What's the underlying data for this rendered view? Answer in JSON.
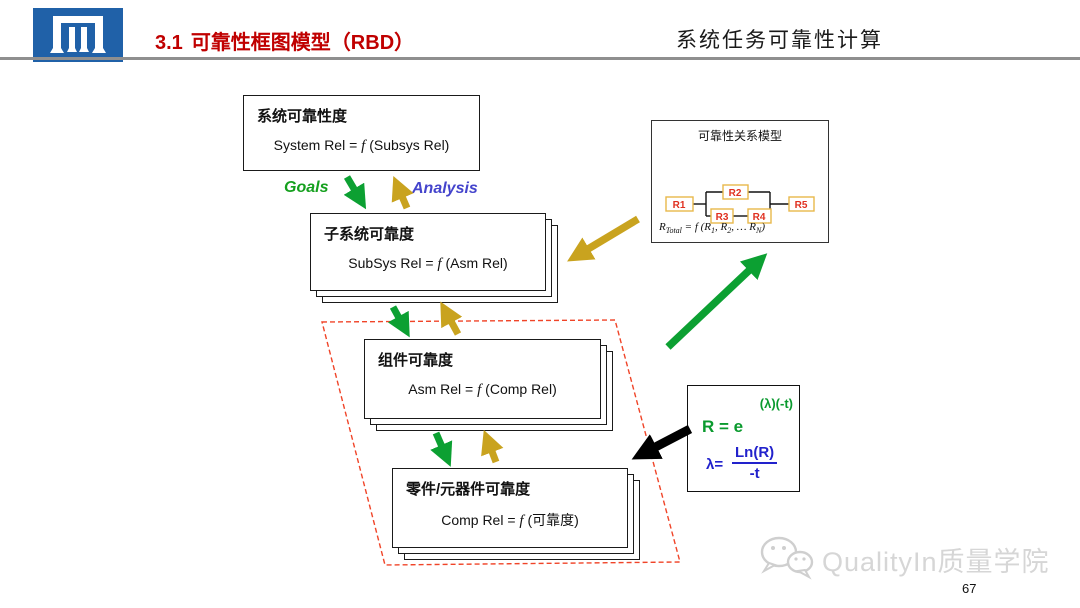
{
  "header": {
    "section_number": "3.1",
    "title": "可靠性框图模型（RBD）",
    "right_title": "系统任务可靠性计算",
    "accent_red": "#c00000",
    "logo_blue": "#2061a8"
  },
  "flow": {
    "goals_label": "Goals",
    "analysis_label": "Analysis",
    "boxes": {
      "system": {
        "title": "系统可靠性度",
        "formula_pre": "System Rel = ",
        "formula_f": "f",
        "formula_post": " (Subsys Rel)"
      },
      "subsystem": {
        "title": "子系统可靠度",
        "formula_pre": "SubSys Rel = ",
        "formula_f": "f",
        "formula_post": " (Asm Rel)"
      },
      "assembly": {
        "title": "组件可靠度",
        "formula_pre": "Asm Rel = ",
        "formula_f": "f",
        "formula_post": " (Comp Rel)"
      },
      "component": {
        "title": "零件/元器件可靠度",
        "formula_pre": "Comp Rel = ",
        "formula_f": "f",
        "formula_post": " (可靠度)"
      }
    }
  },
  "rbd_model": {
    "title": "可靠性关系模型",
    "blocks": [
      "R1",
      "R2",
      "R3",
      "R4",
      "R5"
    ],
    "formula": {
      "lhs": "R",
      "lhs_sub": "Total",
      "mid": " = f (R",
      "sub1": "1",
      "sep1": ", R",
      "sub2": "2",
      "sep2": ", … R",
      "subn": "N",
      "close": ")"
    }
  },
  "equation_box": {
    "exponent": "(λ)(-t)",
    "base": "R = e",
    "lambda_lhs": "λ=",
    "numerator": "Ln(R)",
    "denominator": "-t",
    "green": "#0a9a2e",
    "blue": "#2222cc"
  },
  "colors": {
    "arrow_green": "#0ca032",
    "arrow_yellow": "#c9a31f",
    "arrow_black": "#000000",
    "dashed_red": "#f04428"
  },
  "footer": {
    "watermark_text": "QualityIn质量学院",
    "page_number": "67"
  }
}
